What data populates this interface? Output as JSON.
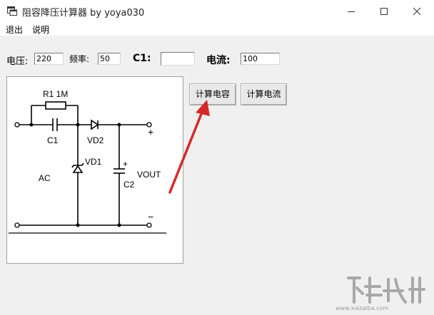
{
  "window": {
    "title": "阻容降压计算器 by yoya030"
  },
  "menu": {
    "items": [
      "退出",
      "说明"
    ]
  },
  "form": {
    "voltage_label": "电压:",
    "voltage_value": "220",
    "frequency_label": "频率:",
    "frequency_value": "50",
    "c1_label": "C1:",
    "c1_value": "",
    "current_label": "电流:",
    "current_value": "100"
  },
  "buttons": {
    "calc_capacitance": "计算电容",
    "calc_current": "计算电流"
  },
  "circuit": {
    "r1_label": "R1  1M",
    "c1_label": "C1",
    "vd2_label": "VD2",
    "vd1_label": "VD1",
    "ac_label": "AC",
    "c2_label": "C2",
    "c2_plus": "+",
    "vout_label": "VOUT",
    "plus_label": "+",
    "minus_label": "−"
  },
  "colors": {
    "arrow": "#d42a2a",
    "titlebar": "#ffffff",
    "window_bg": "#f0f0f0"
  },
  "watermark": {
    "domain": "www.xiazaiba.com"
  }
}
